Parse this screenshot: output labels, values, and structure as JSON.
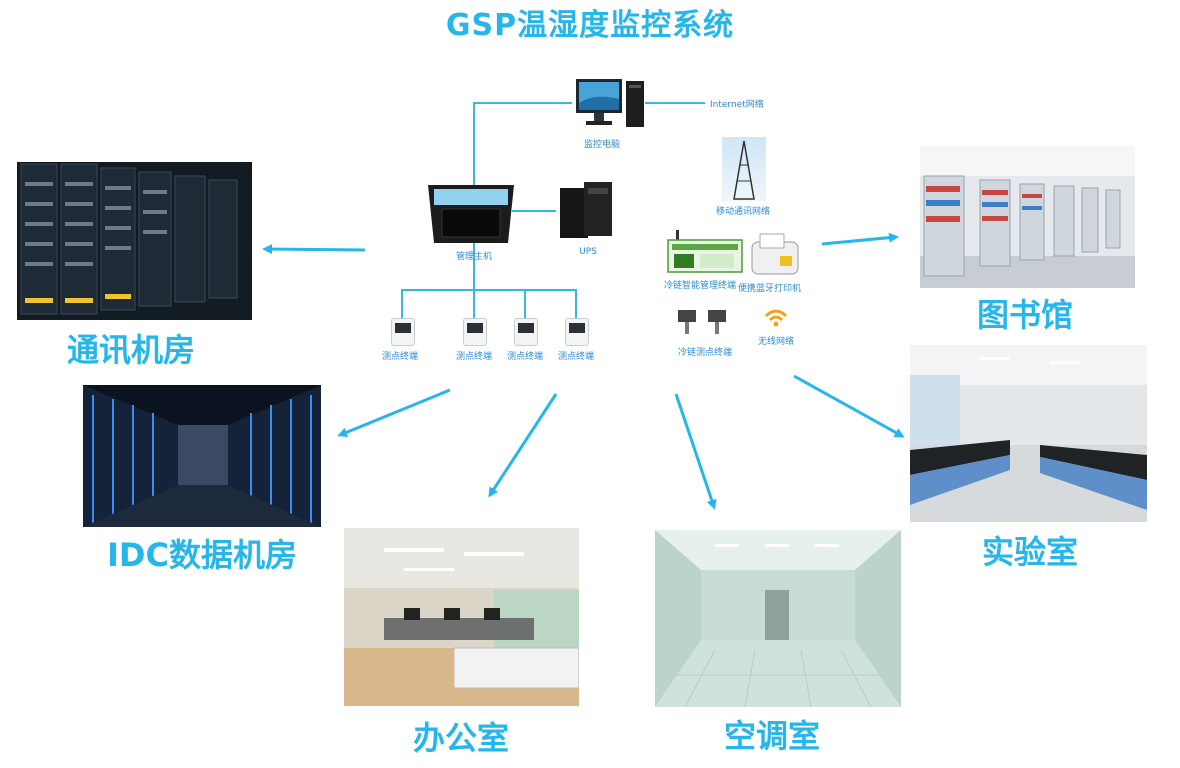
{
  "title": "GSP温湿度监控系统",
  "topology": {
    "monitor_pc": "监控电脑",
    "internet": "Internet网络",
    "host": "管理主机",
    "ups": "UPS",
    "mobile_network": "移动通讯网络",
    "cold_chain_terminal": "冷链智能管理终端",
    "printer": "便携蓝牙打印机",
    "cold_chain_points": "冷链测点终端",
    "wireless": "无线网络",
    "sensors": [
      "测点终端",
      "测点终端",
      "测点终端",
      "测点终端"
    ]
  },
  "sites": {
    "telecom_room": "通讯机房",
    "idc_room": "IDC数据机房",
    "office": "办公室",
    "ac_room": "空调室",
    "library": "图书馆",
    "lab": "实验室"
  },
  "colors": {
    "accent": "#27b6ea",
    "line": "#3ab7dc"
  }
}
